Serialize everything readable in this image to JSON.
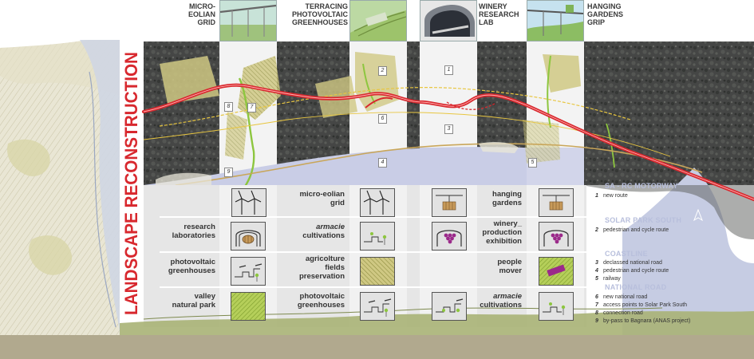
{
  "colors": {
    "accent_red": "#d8282e",
    "route_yellow": "#e8c640",
    "green": "#8dc63f",
    "sea_blue": "#c9cde6",
    "legend_heading": "#b8bfdc",
    "panel_gray": "#dedede"
  },
  "title": "LANDSCAPE RECONSTRUCTION",
  "headers": [
    {
      "label": "MICRO-EOLIAN\nGRID"
    },
    {
      "label": "TERRACING\nPHOTOVOLTAIC\nGREENHOUSES"
    },
    {
      "label": "WINERY\nRESEARCH\nLAB"
    },
    {
      "label": "HANGING\nGARDENS\nGRIP"
    }
  ],
  "map_numbers": [
    "1",
    "2",
    "3",
    "4",
    "5",
    "6",
    "7",
    "8",
    "9"
  ],
  "matrix": {
    "col1": [
      {
        "text": "research\nlaboratories",
        "italic": "",
        "icon": "winery-barrel-icon"
      },
      {
        "text": "photovoltaic\ngreenhouses",
        "italic": "",
        "icon": "greenhouse-icon"
      },
      {
        "text": "valley\nnatural park",
        "italic": "",
        "icon": "park-hatch-icon"
      }
    ],
    "col2": [
      {
        "text": "micro-eolian\ngrid",
        "italic": "",
        "icon": "wind-turbine-icon"
      },
      {
        "text": "cultivations",
        "italic": "armacie",
        "icon": "greenhouse-icon"
      },
      {
        "text": "agricolture\nfields\npreservation",
        "italic": "",
        "icon": "field-hatch-icon"
      },
      {
        "text": "photovoltaic\ngreenhouses",
        "italic": "",
        "icon": "greenhouse-icon"
      }
    ],
    "col3": [
      {
        "text": "hanging\ngardens",
        "italic": "",
        "icon": "hanging-garden-icon"
      },
      {
        "text": "winery_\nproduction\nexhibition",
        "italic": "",
        "icon": "grapes-icon"
      },
      {
        "text": "people\nmover",
        "italic": "",
        "icon": "people-mover-icon"
      },
      {
        "text": "cultivations",
        "italic": "armacie",
        "icon": "greenhouse-icon"
      }
    ]
  },
  "legend": [
    {
      "heading": "SA - RC MOTORWAY",
      "items": [
        {
          "n": "1",
          "text": "new route"
        }
      ]
    },
    {
      "heading": "SOLAR PARK SOUTH",
      "items": [
        {
          "n": "2",
          "text": "pedestrian and cycle route"
        }
      ]
    },
    {
      "heading": "COASTLINE",
      "items": [
        {
          "n": "3",
          "text": "declassed national road"
        },
        {
          "n": "4",
          "text": "pedestrian and cycle route"
        },
        {
          "n": "5",
          "text": "railway"
        }
      ]
    },
    {
      "heading": "NATIONAL ROAD",
      "items": [
        {
          "n": "6",
          "text": "new national road"
        },
        {
          "n": "7",
          "text": "access points to Solar Park South"
        },
        {
          "n": "8",
          "text": "connection road"
        },
        {
          "n": "9",
          "text": "by-pass to Bagnara (ANAS project)"
        }
      ]
    }
  ]
}
